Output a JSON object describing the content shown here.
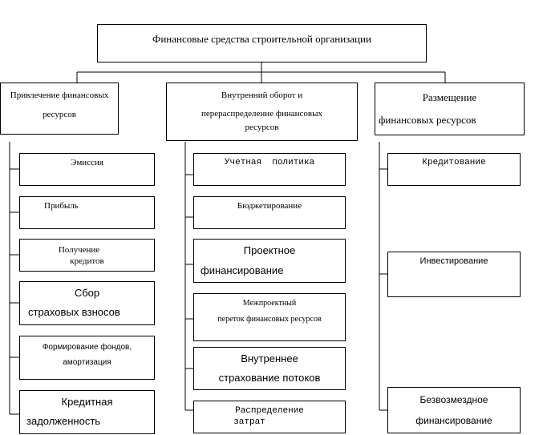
{
  "title": "Финансовые средства строительной организации",
  "columns": [
    {
      "header": [
        "Привлечение финансовых",
        "ресурсов"
      ],
      "items": [
        [
          "Эмиссия"
        ],
        [
          "Прибыль"
        ],
        [
          "Получение",
          "кредитов"
        ],
        [
          "Сбор",
          "страховых взносов"
        ],
        [
          "Формирование фондов,",
          "амортизация"
        ],
        [
          "Кредитная",
          "задолженность"
        ]
      ]
    },
    {
      "header": [
        "Внутренний оборот и",
        "перераспределение финансовых",
        "ресурсов"
      ],
      "items": [
        [
          "Учетная  политика"
        ],
        [
          "Бюджетирование"
        ],
        [
          "Проектное",
          "финансирование"
        ],
        [
          "Межпроектный",
          "переток финансовых ресурсов"
        ],
        [
          "Внутреннее",
          "страхование потоков"
        ],
        [
          "Распределение",
          "затрат"
        ]
      ]
    },
    {
      "header": [
        "Размещение",
        "финансовых ресурсов"
      ],
      "items": [
        [
          "Кредитование"
        ],
        [
          "Инвестирование"
        ],
        [
          "Безвозмездное",
          "финансирование"
        ]
      ]
    }
  ]
}
